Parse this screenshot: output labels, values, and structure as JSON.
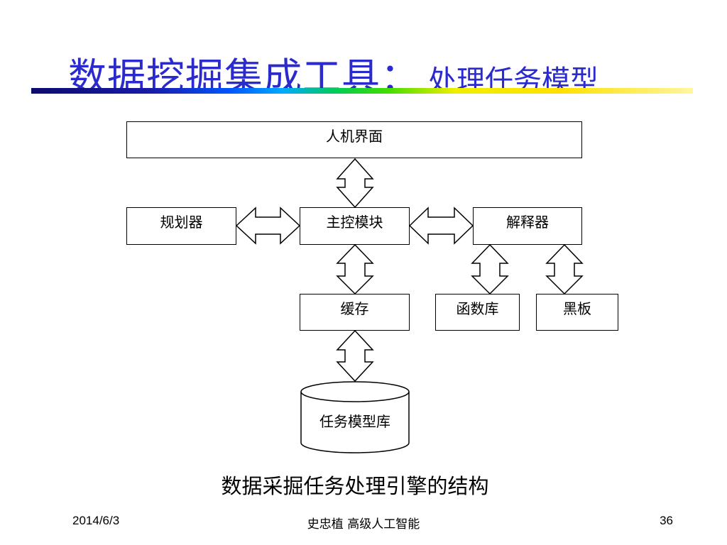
{
  "slide": {
    "title_main": "数据挖掘集成工具：",
    "title_sub": "处理任务模型"
  },
  "diagram": {
    "nodes": {
      "ui": "人机界面",
      "planner": "规划器",
      "controller": "主控模块",
      "interpreter": "解释器",
      "cache": "缓存",
      "function_lib": "函数库",
      "blackboard": "黑板",
      "task_model_db": "任务模型库"
    },
    "caption": "数据采掘任务处理引擎的结构"
  },
  "footer": {
    "date": "2014/6/3",
    "author": "史忠植  高级人工智能",
    "page": "36"
  }
}
